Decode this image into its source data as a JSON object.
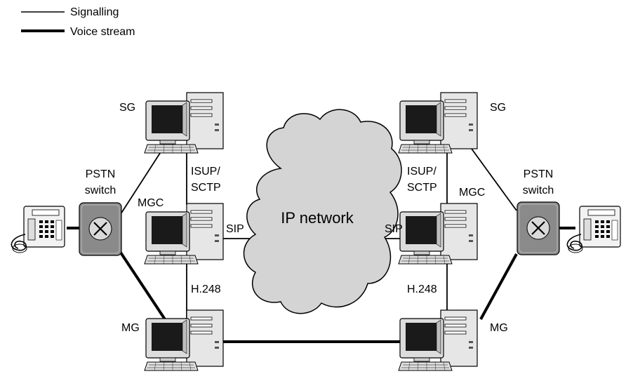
{
  "legend": {
    "signalling": "Signalling",
    "voice_stream": "Voice stream"
  },
  "cloud": {
    "label": "IP network"
  },
  "left": {
    "sg": "SG",
    "mgc": "MGC",
    "mg": "MG",
    "pstn_line1": "PSTN",
    "pstn_line2": "switch",
    "isup_line1": "ISUP/",
    "isup_line2": "SCTP",
    "sip": "SIP",
    "h248": "H.248"
  },
  "right": {
    "sg": "SG",
    "mgc": "MGC",
    "mg": "MG",
    "pstn_line1": "PSTN",
    "pstn_line2": "switch",
    "isup_line1": "ISUP/",
    "isup_line2": "SCTP",
    "sip": "SIP",
    "h248": "H.248"
  },
  "colors": {
    "line": "#000000",
    "cloud_fill": "#d4d4d4",
    "switch_fill": "#8a8a8a",
    "computer_body": "#e6e6e6",
    "screen": "#1a1a1a"
  }
}
